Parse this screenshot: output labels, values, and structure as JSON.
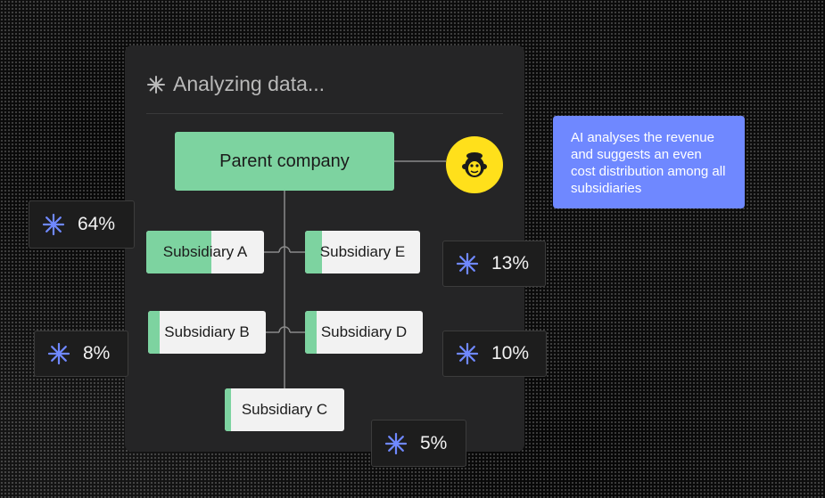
{
  "header": {
    "title": "Analyzing data..."
  },
  "diagram": {
    "parent": {
      "label": "Parent company"
    },
    "subsidiaries": [
      {
        "label": "Subsidiary A",
        "share_fill": 0.55
      },
      {
        "label": "Subsidiary E",
        "share_fill": 0.15
      },
      {
        "label": "Subsidiary B",
        "share_fill": 0.1
      },
      {
        "label": "Subsidiary D",
        "share_fill": 0.1
      },
      {
        "label": "Subsidiary C",
        "share_fill": 0.05
      }
    ]
  },
  "badges": [
    {
      "value": "64%"
    },
    {
      "value": "8%"
    },
    {
      "value": "13%"
    },
    {
      "value": "10%"
    },
    {
      "value": "5%"
    }
  ],
  "note": {
    "text": "AI analyses the revenue and suggests an even cost distribution among all subsidiaries"
  },
  "colors": {
    "accent_green": "#7dd3a0",
    "accent_blue": "#6f88ff",
    "logo_yellow": "#ffe01b"
  },
  "icons": {
    "spark": "sparkle-icon",
    "logo": "mailchimp-logo-icon"
  }
}
